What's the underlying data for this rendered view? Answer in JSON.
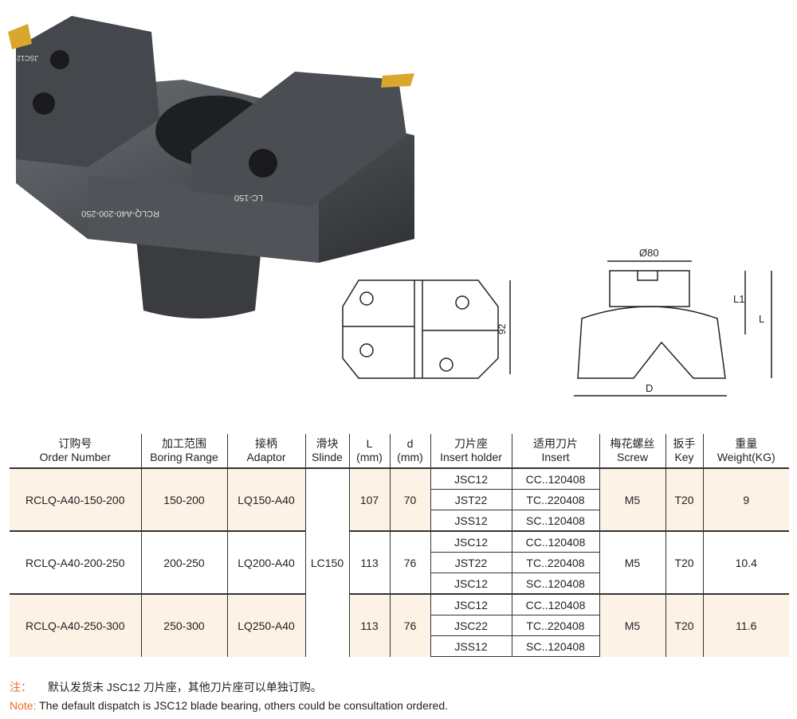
{
  "product_marks": {
    "model": "RCLQ-A40-200-250",
    "slide": "LC-150",
    "holder": "JSC12"
  },
  "diagram": {
    "height_label": "92",
    "diameter_label": "Ø80",
    "l1_label": "L1",
    "l_label": "L",
    "d_label": "D"
  },
  "table": {
    "headers": [
      [
        "订购号",
        "Order Number"
      ],
      [
        "加工范围",
        "Boring Range"
      ],
      [
        "接柄",
        "Adaptor"
      ],
      [
        "滑块",
        "Slinde"
      ],
      [
        "L",
        "(mm)"
      ],
      [
        "d",
        "(mm)"
      ],
      [
        "刀片座",
        "Insert holder"
      ],
      [
        "适用刀片",
        "Insert"
      ],
      [
        "梅花螺丝",
        "Screw"
      ],
      [
        "扳手",
        "Key"
      ],
      [
        "重量",
        "Weight(KG)"
      ]
    ],
    "slinde": "LC150",
    "rows": [
      {
        "order": "RCLQ-A40-150-200",
        "range": "150-200",
        "adaptor": "LQ150-A40",
        "L": "107",
        "d": "70",
        "holders": [
          "JSC12",
          "JST22",
          "JSS12"
        ],
        "inserts": [
          "CC..120408",
          "TC..220408",
          "SC..120408"
        ],
        "screw": "M5",
        "key": "T20",
        "weight": "9"
      },
      {
        "order": "RCLQ-A40-200-250",
        "range": "200-250",
        "adaptor": "LQ200-A40",
        "L": "113",
        "d": "76",
        "holders": [
          "JSC12",
          "JST22",
          "JSC12"
        ],
        "inserts": [
          "CC..120408",
          "TC..220408",
          "SC..120408"
        ],
        "screw": "M5",
        "key": "T20",
        "weight": "10.4"
      },
      {
        "order": "RCLQ-A40-250-300",
        "range": "250-300",
        "adaptor": "LQ250-A40",
        "L": "113",
        "d": "76",
        "holders": [
          "JSC12",
          "JSC22",
          "JSS12"
        ],
        "inserts": [
          "CC..120408",
          "TC..220408",
          "SC..120408"
        ],
        "screw": "M5",
        "key": "T20",
        "weight": "11.6"
      }
    ]
  },
  "notes": {
    "cn_label": "注：",
    "cn_text": "默认发货未 JSC12 刀片座，其他刀片座可以单独订购。",
    "en_label": "Note:",
    "en_text": "The default dispatch is JSC12 blade bearing, others could be consultation ordered."
  },
  "colors": {
    "note_label": "#e8701e",
    "band": "#fdf2e6"
  }
}
